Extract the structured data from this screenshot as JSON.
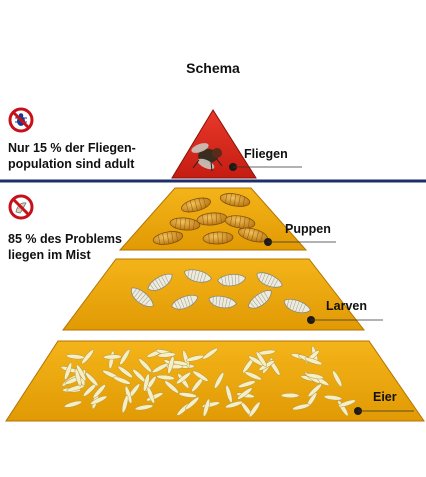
{
  "diagram": {
    "title": "Schema",
    "notes": {
      "adult": [
        "Nur 15 % der Fliegen-",
        "population sind adult"
      ],
      "mist": [
        "85 % des Problems",
        "liegen im Mist"
      ]
    },
    "levels": [
      {
        "name": "fliegen",
        "label": "Fliegen"
      },
      {
        "name": "puppen",
        "label": "Puppen"
      },
      {
        "name": "larven",
        "label": "Larven"
      },
      {
        "name": "eier",
        "label": "Eier"
      }
    ],
    "colors": {
      "apex": "#d8271b",
      "tier": "#f0a500",
      "tier_dark": "#b27400",
      "divider": "#1d2f6b",
      "icon_ring": "#c6111b",
      "pupa": "#d7931c",
      "larva": "#ecebdd",
      "egg": "#f6efc5"
    },
    "icons": {
      "adult": "no-fly-icon",
      "mist": "no-manure-icon"
    }
  }
}
